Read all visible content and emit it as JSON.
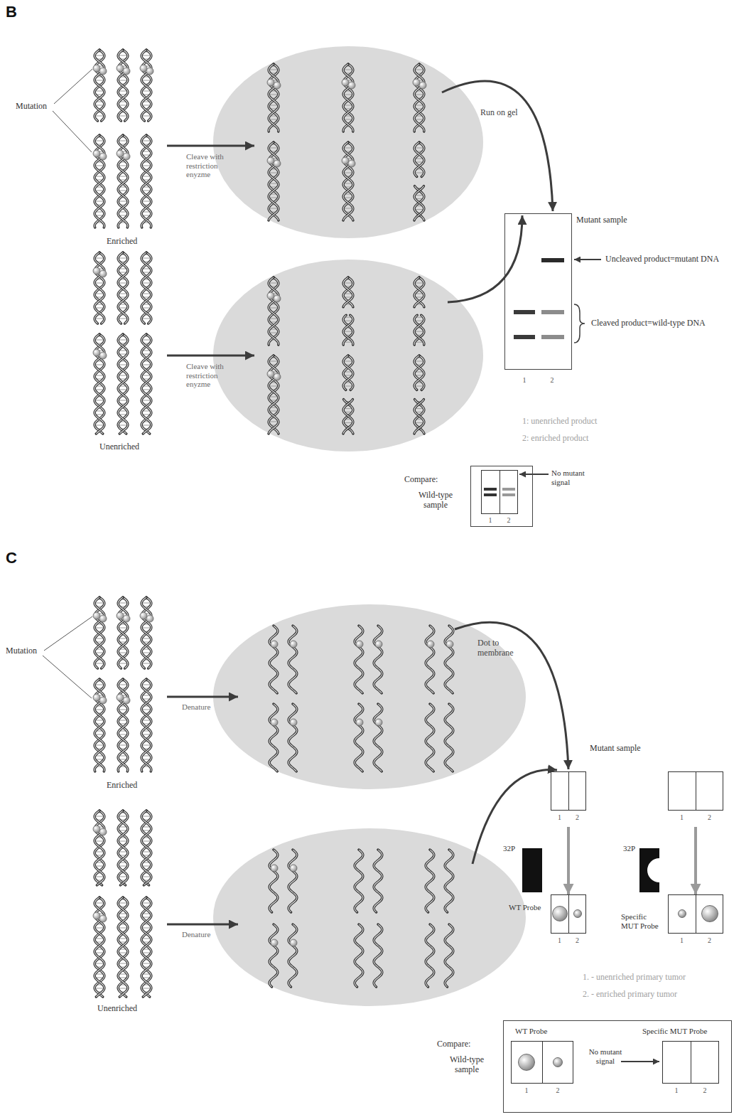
{
  "diagram": {
    "nodes": [
      {
        "text": [
          "Mutant sample",
          "1",
          "2"
        ]
      },
      {
        "text": [
          "Compare:",
          "Wild-type sample",
          "1",
          "2"
        ]
      },
      {
        "text": [
          "1",
          "2"
        ]
      },
      {
        "text": [
          "1",
          "2"
        ]
      },
      {
        "text": [
          "1",
          "2"
        ]
      },
      {
        "text": [
          "1",
          "2"
        ]
      },
      {
        "text": [
          "Compare:",
          "Wild-type sample"
        ]
      },
      {
        "text": [
          "WT Probe",
          "1",
          "2"
        ],
        "in": 6
      },
      {
        "text": [
          "Specific MUT Probe",
          "1",
          "2"
        ],
        "in": 6
      }
    ],
    "edges": [
      {
        "from": 2,
        "to": 3,
        "arrow": "to"
      },
      {
        "from": 4,
        "to": 5,
        "arrow": "to"
      }
    ],
    "labels": [
      "B",
      "Mutation",
      "Enriched",
      "Unenriched",
      "Cleave with restriction enyzme",
      "Cleave with restriction enyzme",
      "Run on gel",
      "Uncleaved product=mutant DNA",
      "Cleaved product=wild-type DNA",
      "1: unenriched product",
      "2: enriched product",
      "No mutant signal",
      "C",
      "Mutation",
      "Enriched",
      "Unenriched",
      "Denature",
      "Denature",
      "Dot to membrane",
      "Mutant sample",
      "32P",
      "WT Probe",
      "32P",
      "Specific MUT Probe",
      "1. - unenriched primary tumor",
      "2. - enriched primary tumor",
      "No mutant signal"
    ]
  }
}
